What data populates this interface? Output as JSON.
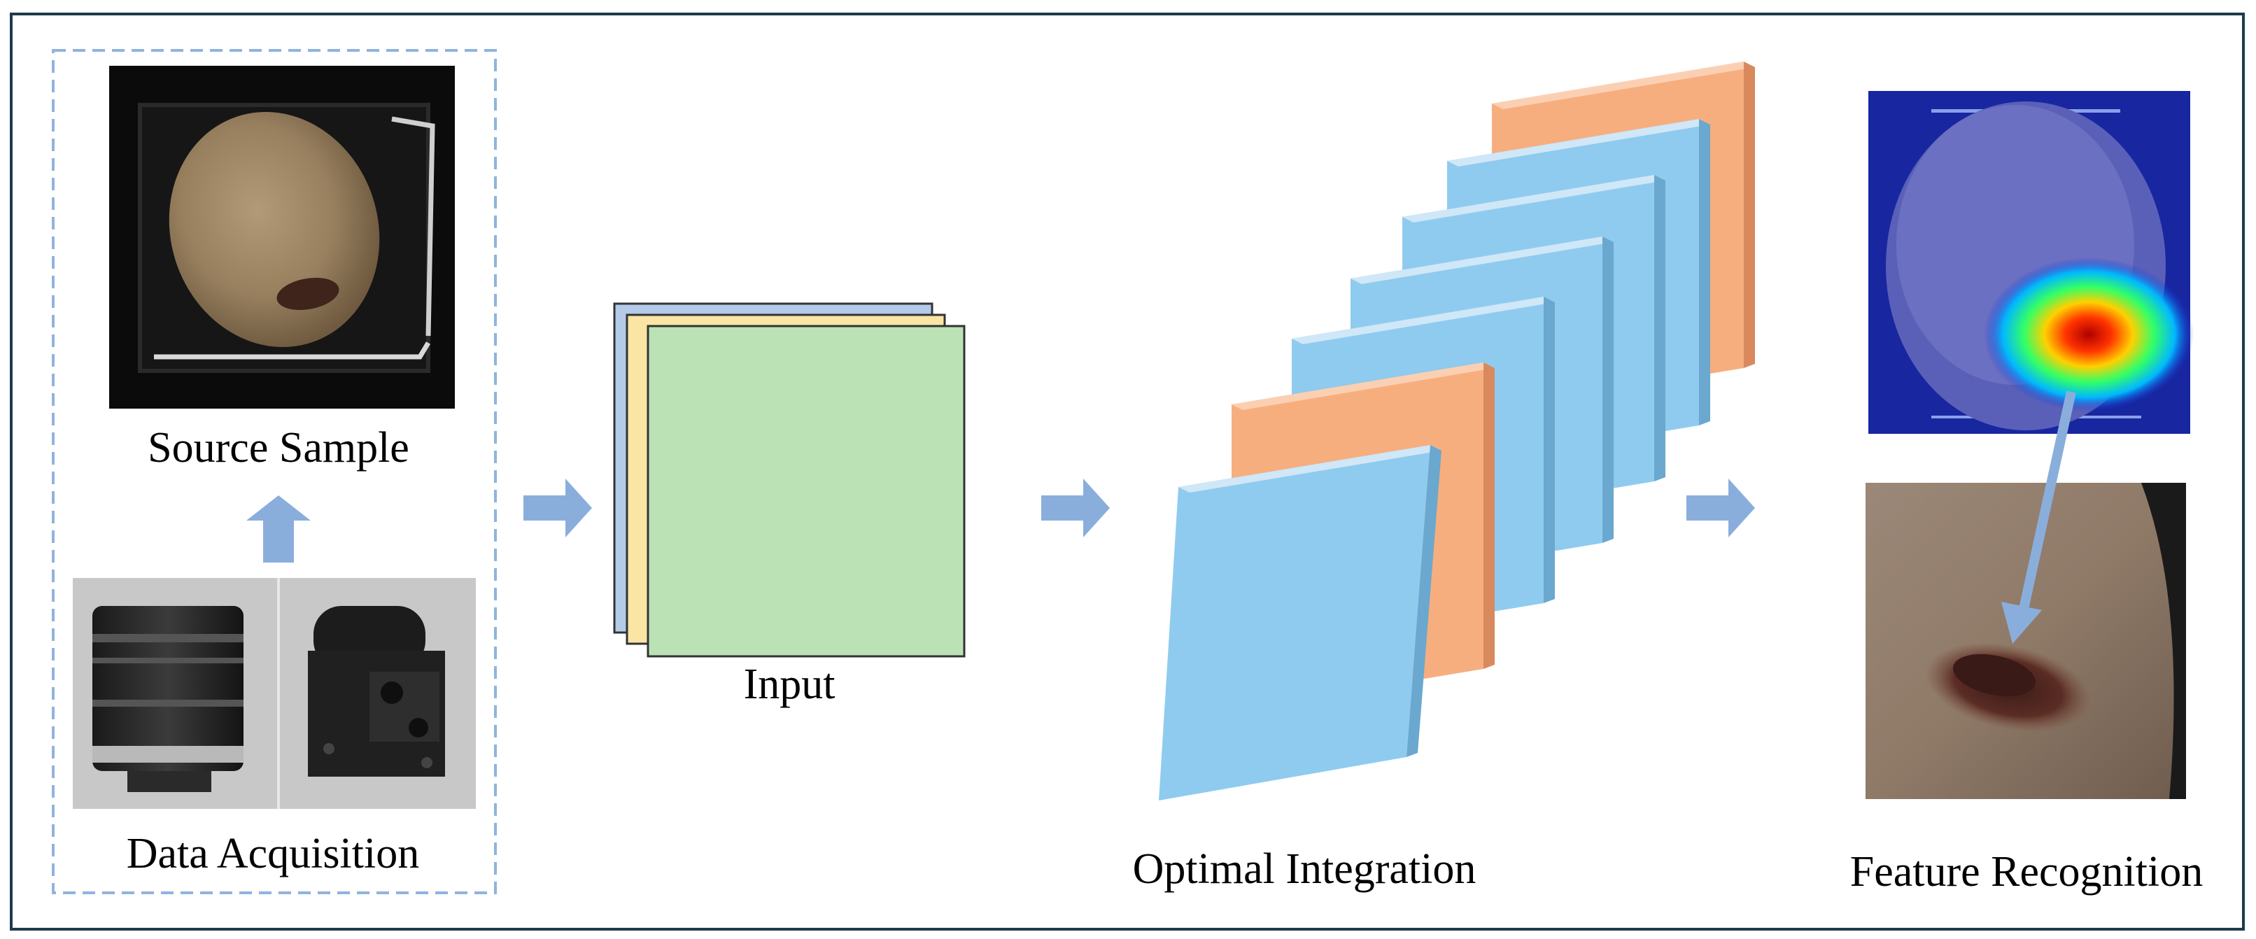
{
  "labels": {
    "source_sample": "Source Sample",
    "data_acquisition": "Data Acquisition",
    "input": "Input",
    "optimal_integration": "Optimal Integration",
    "feature_recognition": "Feature Recognition"
  },
  "images": {
    "source_sample": "kiwifruit-in-holder-photo",
    "data_acquisition": "camera-lens-and-camera-body-photo",
    "heatmap": "kiwifruit-heatmap-overlay",
    "detail": "kiwifruit-defect-closeup-photo"
  },
  "colors": {
    "frame_border": "#1f3b4d",
    "dashed_border": "#8fb4dd",
    "arrow": "#8aaedc",
    "input_blue": "#b4cbe9",
    "input_yellow": "#fbe5a5",
    "input_green": "#bbe2b5",
    "layer_blue": "#8fcbef",
    "layer_orange": "#f7ae7f"
  }
}
